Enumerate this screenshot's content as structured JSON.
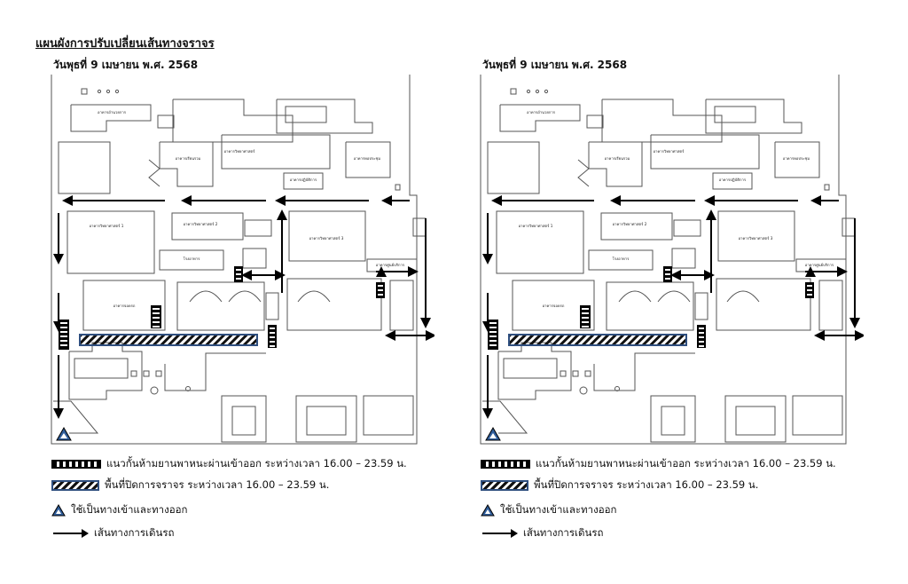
{
  "page_title": "แผนผังการปรับเปลี่ยนเส้นทางจราจร",
  "panels": [
    {
      "date": "วันพุธที่ 9 เมษายน พ.ศ. 2568",
      "buildings": {
        "b1": "อาคารอำนวยการ",
        "b2": "อาคารวิทยาศาสตร์",
        "b3": "อาคารเรียนรวม",
        "b4": "อาคารปฏิบัติการ",
        "b5": "อาคารหอประชุม",
        "b6": "อาคารวิทยาศาสตร์ 1",
        "b7": "อาคารวิทยาศาสตร์ 2",
        "b8": "อาคารวิทยาศาสตร์ 3",
        "b9": "โรงอาหาร",
        "b10": "อาคารศูนย์บริการ",
        "b11": "อาคารจอดรถ"
      }
    },
    {
      "date": "วันพุธที่ 9 เมษายน พ.ศ. 2568",
      "buildings": {
        "b1": "อาคารอำนวยการ",
        "b2": "อาคารวิทยาศาสตร์",
        "b3": "อาคารเรียนรวม",
        "b4": "อาคารปฏิบัติการ",
        "b5": "อาคารหอประชุม",
        "b6": "อาคารวิทยาศาสตร์ 1",
        "b7": "อาคารวิทยาศาสตร์ 2",
        "b8": "อาคารวิทยาศาสตร์ 3",
        "b9": "โรงอาหาร",
        "b10": "อาคารศูนย์บริการ",
        "b11": "อาคารจอดรถ"
      }
    }
  ],
  "legend": {
    "barrier": "แนวกั้นห้ามยานพาหนะผ่านเข้าออก ระหว่างเวลา 16.00 – 23.59 น.",
    "closed_area": "พื้นที่ปิดการจราจร ระหว่างเวลา 16.00  – 23.59 น.",
    "entry_exit": "ใช้เป็นทางเข้าและทางออก",
    "route": "เส้นทางการเดินรถ"
  },
  "colors": {
    "closed_border": "#2f4f7f",
    "triangle": "#2f5d9a",
    "ink": "#000000"
  },
  "icons": {
    "entry_exit": "triangle-icon",
    "route": "arrow-right-icon"
  }
}
